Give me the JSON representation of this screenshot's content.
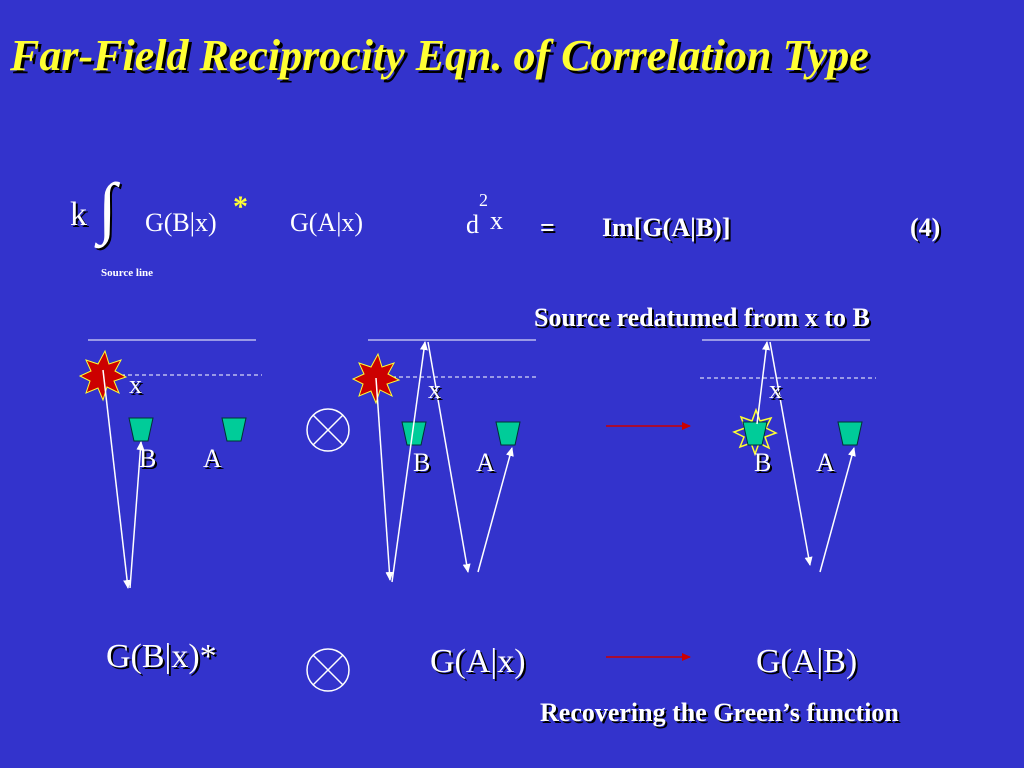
{
  "title": "Far-Field Reciprocity Eqn. of Correlation Type",
  "equation": {
    "k": "k",
    "integral": "∫",
    "source_line": "Source line",
    "g_bx": "G(B|x)",
    "star": "*",
    "g_ax": "G(A|x)",
    "d": "d",
    "exp": "2",
    "x": "x",
    "equals": "=",
    "rhs": "Im[G(A|B)]",
    "number": "(4)"
  },
  "subtitle": "Source redatumed from x to B",
  "panels": {
    "p1": {
      "x": "x",
      "b": "B",
      "a": "A"
    },
    "p2": {
      "x": "x",
      "b": "B",
      "a": "A"
    },
    "p3": {
      "x": "x",
      "b": "B",
      "a": "A"
    }
  },
  "bottom": {
    "gbx": "G(B|x)*",
    "gax": "G(A|x)",
    "gab": "G(A|B)"
  },
  "caption": "Recovering the Green’s function",
  "colors": {
    "background": "#3333cc",
    "title": "#ffff33",
    "receiver": "#00cc99",
    "source_burst": "#cc0000",
    "virtual_source": "#ffff33",
    "arrow": "#cc0000"
  }
}
